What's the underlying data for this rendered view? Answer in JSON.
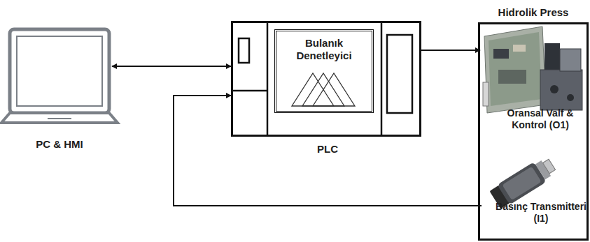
{
  "diagram": {
    "nodes": [
      {
        "text": [
          "PC & HMI"
        ]
      },
      {
        "text": [
          "PLC"
        ]
      },
      {
        "text": [
          "Bulanık Denetleyici"
        ],
        "in": 1
      },
      {
        "text": [
          "Hidrolik Press"
        ]
      },
      {
        "text": [
          "Oransal Valf & Kontrol (O1)"
        ],
        "in": 3
      },
      {
        "text": [
          "Basınç Transmitteri (I1)"
        ],
        "in": 3
      }
    ],
    "edges": [
      {
        "from": 0,
        "to": 1,
        "arrow": "both"
      },
      {
        "from": 1,
        "to": 4,
        "arrow": "to"
      },
      {
        "from": 5,
        "to": 1,
        "arrow": "to"
      }
    ]
  }
}
